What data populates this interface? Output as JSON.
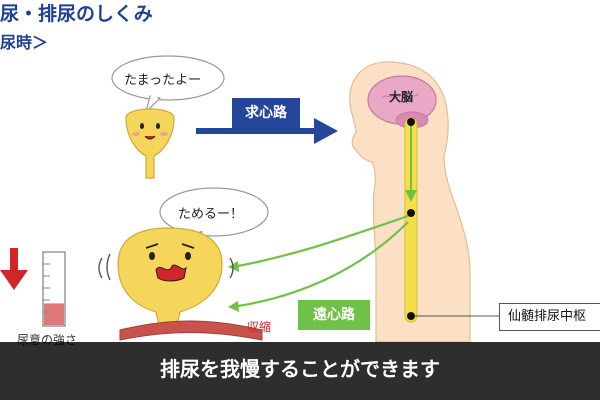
{
  "header": {
    "title": "尿・排尿のしくみ",
    "subtitle": "尿時＞"
  },
  "labels": {
    "bubble_full": "たまったよー",
    "bubble_hold": "ためるー！",
    "afferent": "求心路",
    "efferent": "遠心路",
    "brain": "大脳",
    "contraction": "収縮",
    "urge": "尿意の強さ",
    "sacral_center": "仙髄排尿中枢"
  },
  "caption": "排尿を我慢することができます",
  "colors": {
    "title_blue": "#1f3f95",
    "afferent_blue": "#24469b",
    "efferent_green": "#6fc247",
    "nerve_yellow": "#f4df4a",
    "bladder_yellow": "#f5d65a",
    "skin": "#fbe0c4",
    "brain_pink": "#e9a8c6",
    "urge_red": "#d0262b",
    "muscle": "#c9524c"
  },
  "urge_level": 0.3
}
